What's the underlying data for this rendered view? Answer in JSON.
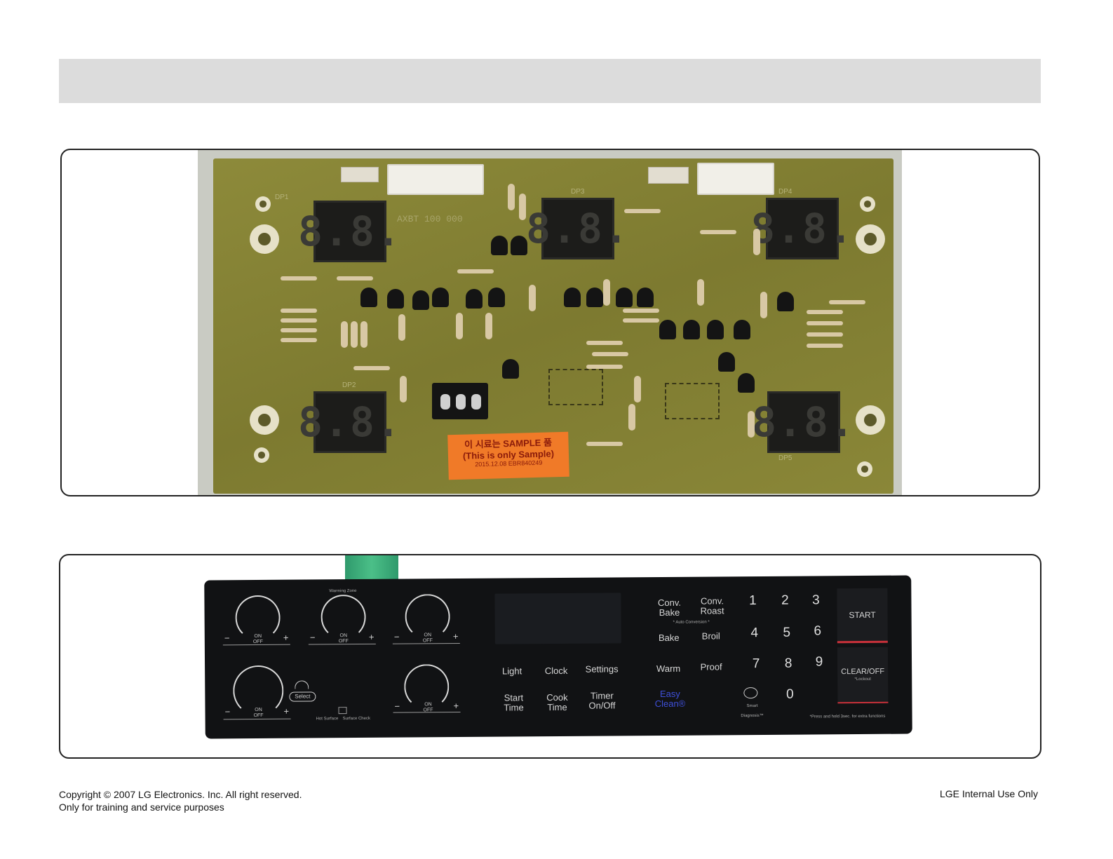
{
  "pcb": {
    "display_digits": "8.8.",
    "silk": {
      "dp1": "DP1",
      "dp2": "DP2",
      "dp3": "DP3",
      "dp4": "DP4",
      "dp5": "DP5"
    },
    "board_code_1": "AXBT 100 000",
    "board_code_2": "",
    "sample_label": {
      "line1": "이 시료는 SAMPLE 품",
      "line2": "(This is only Sample)",
      "line3": "2015.12.08 EBR840249"
    }
  },
  "panel": {
    "knob_on_off": "ON\nOFF",
    "knob_minus": "−",
    "knob_plus": "+",
    "warming_zone": "Warming Zone",
    "select": "Select",
    "surface_left": "Hot Surface",
    "surface_right": "Surface Check",
    "keys": {
      "light": "Light",
      "clock": "Clock",
      "settings": "Settings",
      "start_time": "Start\nTime",
      "cook_time": "Cook\nTime",
      "timer": "Timer\nOn/Off",
      "conv_bake": "Conv.\nBake",
      "conv_roast": "Conv.\nRoast",
      "auto_conversion": "* Auto Conversion *",
      "bake": "Bake",
      "broil": "Broil",
      "warm": "Warm",
      "proof": "Proof",
      "easy_clean": "Easy\nClean®",
      "smart_diagnosis": "Smart\nDiagnosis™",
      "numbers": [
        "1",
        "2",
        "3",
        "4",
        "5",
        "6",
        "7",
        "8",
        "9",
        "0"
      ]
    },
    "start": "START",
    "clear_off": "CLEAR/OFF",
    "clear_sub": "*Lockout",
    "footnote": "*Press and hold 3sec. for extra functions"
  },
  "footer": {
    "copyright": "Copyright © 2007 LG Electronics. Inc. All right reserved.",
    "purpose": "Only for training and service purposes",
    "internal": "LGE Internal Use Only"
  },
  "colors": {
    "title_bar": "#dcdcdc",
    "pcb_green": "#8d8a3a",
    "panel_black": "#111214",
    "sample_orange": "#f07a28",
    "ribbon_green": "#4bbf88",
    "accent_red": "#c9313a"
  }
}
